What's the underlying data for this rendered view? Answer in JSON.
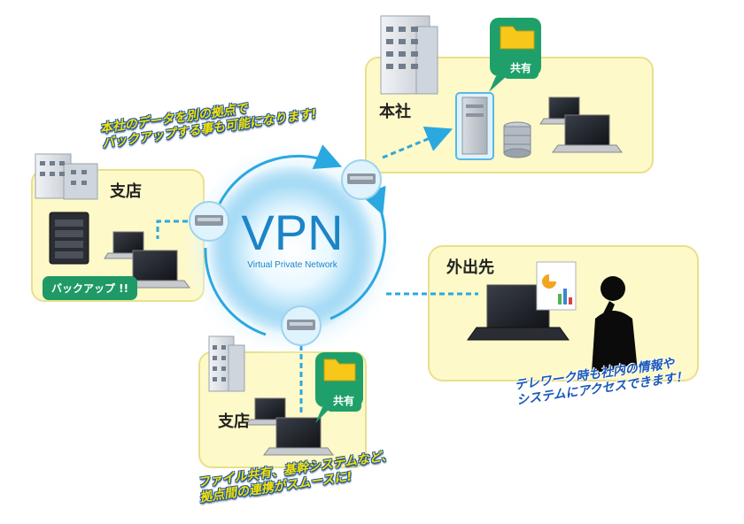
{
  "vpn": {
    "title": "VPN",
    "subtitle": "Virtual Private Network"
  },
  "nodes": {
    "honsha": {
      "label": "本社",
      "share_label": "共有"
    },
    "shiten_left": {
      "label": "支店",
      "backup_label": "バックアップ !!"
    },
    "shiten_bottom": {
      "label": "支店",
      "share_label": "共有"
    },
    "gaishutsu": {
      "label": "外出先"
    }
  },
  "captions": {
    "backup_line1": "本社のデータを別の拠点で",
    "backup_line2": "バックアップする事も可能になります!",
    "telework_line1": "テレワーク時も社内の情報や",
    "telework_line2": "システムにアクセスできます！",
    "share_line1": "ファイル共有、基幹システムなど、",
    "share_line2": "拠点間の連携がスムースに!"
  },
  "colors": {
    "panel_bg": "#fdf9c8",
    "link_dash": "#2aa8e0",
    "share_badge": "#1fa06a",
    "caption_yellow": "#f5e100",
    "caption_blue": "#1a58b8"
  }
}
